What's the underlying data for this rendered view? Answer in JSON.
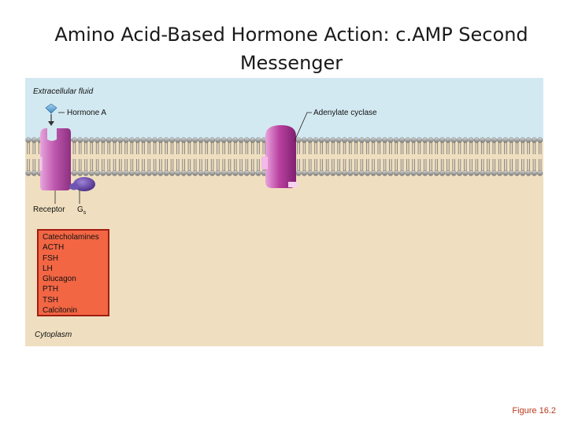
{
  "title": {
    "line1": "Amino Acid-Based Hormone Action: c.AMP Second",
    "line2": "Messenger"
  },
  "diagram": {
    "extracellular_label": "Extracellular fluid",
    "hormone_label": "Hormone A",
    "adenylate_label": "Adenylate cyclase",
    "receptor_label": "Receptor",
    "gs_label": "G",
    "gs_subscript": "s",
    "cytoplasm_label": "Cytoplasm",
    "hormones_list": [
      "Catecholamines",
      "ACTH",
      "FSH",
      "LH",
      "Glucagon",
      "PTH",
      "TSH",
      "Calcitonin"
    ],
    "colors": {
      "extracellular": "#d3e9f1",
      "cytoplasm": "#efdfc0",
      "receptor": "#b84ca8",
      "gs_protein": "#6a4aa6",
      "list_box": "#f26644"
    }
  },
  "figure_label": "Figure 16.2"
}
